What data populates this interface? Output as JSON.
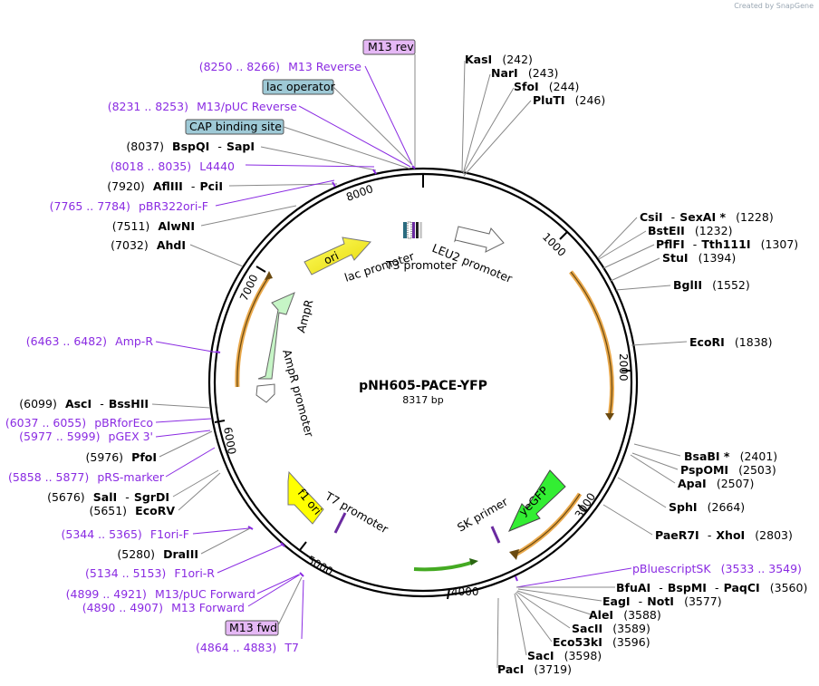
{
  "credit": "Created by SnapGene",
  "plasmid": {
    "name": "pNH605-PACE-YFP",
    "size": "8317 bp"
  },
  "ticks": [
    "1000",
    "2000",
    "3000",
    "4000",
    "5000",
    "6000",
    "7000",
    "8000"
  ],
  "features": {
    "ori": "ori",
    "ampr": "AmpR",
    "ampr_promoter": "AmpR promoter",
    "lac_promoter": "lac promoter",
    "t3_promoter": "T3 promoter",
    "leu2_promoter": "LEU2 promoter",
    "f1_ori": "f1 ori",
    "t7_promoter": "T7 promoter",
    "sk_primer": "SK primer",
    "yegfp": "yeGFP"
  },
  "boxed_labels": {
    "m13_rev": "M13 rev",
    "lac_operator": "lac operator",
    "cap_site": "CAP binding site",
    "m13_fwd": "M13 fwd"
  },
  "colors": {
    "ori": "#ffff00",
    "ampr": "#c6f5c6",
    "yegfp": "#33ee33",
    "primer": "#8a2be2",
    "orange": "#e9a84b",
    "purple_box": "#e5b8f5",
    "blue_box": "#9ec9d6"
  },
  "left_labels": [
    {
      "pos": "(8250 .. 8266)",
      "name": "M13 Reverse"
    },
    {
      "pos": "(8231 .. 8253)",
      "name": "M13/pUC Reverse"
    },
    {
      "pos": "(8037)",
      "name": "BspQI",
      "sep": "-",
      "name2": "SapI"
    },
    {
      "pos": "(8018 .. 8035)",
      "name": "L4440"
    },
    {
      "pos": "(7920)",
      "name": "AflIII",
      "sep": "-",
      "name2": "PciI"
    },
    {
      "pos": "(7765 .. 7784)",
      "name": "pBR322ori-F"
    },
    {
      "pos": "(7511)",
      "name": "AlwNI"
    },
    {
      "pos": "(7032)",
      "name": "AhdI"
    },
    {
      "pos": "(6463 .. 6482)",
      "name": "Amp-R"
    },
    {
      "pos": "(6099)",
      "name": "AscI",
      "sep": "-",
      "name2": "BssHII"
    },
    {
      "pos": "(6037 .. 6055)",
      "name": "pBRforEco"
    },
    {
      "pos": "(5977 .. 5999)",
      "name": "pGEX 3'"
    },
    {
      "pos": "(5976)",
      "name": "PfoI"
    },
    {
      "pos": "(5858 .. 5877)",
      "name": "pRS-marker"
    },
    {
      "pos": "(5676)",
      "name": "SalI",
      "sep": "-",
      "name2": "SgrDI"
    },
    {
      "pos": "(5651)",
      "name": "EcoRV"
    },
    {
      "pos": "(5344 .. 5365)",
      "name": "F1ori-F"
    },
    {
      "pos": "(5280)",
      "name": "DraIII"
    },
    {
      "pos": "(5134 .. 5153)",
      "name": "F1ori-R"
    },
    {
      "pos": "(4899 .. 4921)",
      "name": "M13/pUC Forward"
    },
    {
      "pos": "(4890 .. 4907)",
      "name": "M13 Forward"
    },
    {
      "pos": "(4864 .. 4883)",
      "name": "T7"
    }
  ],
  "right_labels": [
    {
      "name": "KasI",
      "pos": "(242)"
    },
    {
      "name": "NarI",
      "pos": "(243)"
    },
    {
      "name": "SfoI",
      "pos": "(244)"
    },
    {
      "name": "PluTI",
      "pos": "(246)"
    },
    {
      "name": "CsiI",
      "sep": "-",
      "name2": "SexAI *",
      "pos": "(1228)"
    },
    {
      "name": "BstEII",
      "pos": "(1232)"
    },
    {
      "name": "PflFI",
      "sep": "-",
      "name2": "Tth111I",
      "pos": "(1307)"
    },
    {
      "name": "StuI",
      "pos": "(1394)"
    },
    {
      "name": "BglII",
      "pos": "(1552)"
    },
    {
      "name": "EcoRI",
      "pos": "(1838)"
    },
    {
      "name": "BsaBI *",
      "pos": "(2401)"
    },
    {
      "name": "PspOMI",
      "pos": "(2503)"
    },
    {
      "name": "ApaI",
      "pos": "(2507)"
    },
    {
      "name": "SphI",
      "pos": "(2664)"
    },
    {
      "name": "PaeR7I",
      "sep": "-",
      "name2": "XhoI",
      "pos": "(2803)"
    },
    {
      "name": "pBluescriptSK",
      "pos": "(3533 .. 3549)"
    },
    {
      "name": "BfuAI",
      "sep": "-",
      "name2": "BspMI",
      "sep2": "-",
      "name3": "PaqCI",
      "pos": "(3560)"
    },
    {
      "name": "EagI",
      "sep": "-",
      "name2": "NotI",
      "pos": "(3577)"
    },
    {
      "name": "AleI",
      "pos": "(3588)"
    },
    {
      "name": "SacII",
      "pos": "(3589)"
    },
    {
      "name": "Eco53kI",
      "pos": "(3596)"
    },
    {
      "name": "SacI",
      "pos": "(3598)"
    },
    {
      "name": "PacI",
      "pos": "(3719)"
    }
  ]
}
